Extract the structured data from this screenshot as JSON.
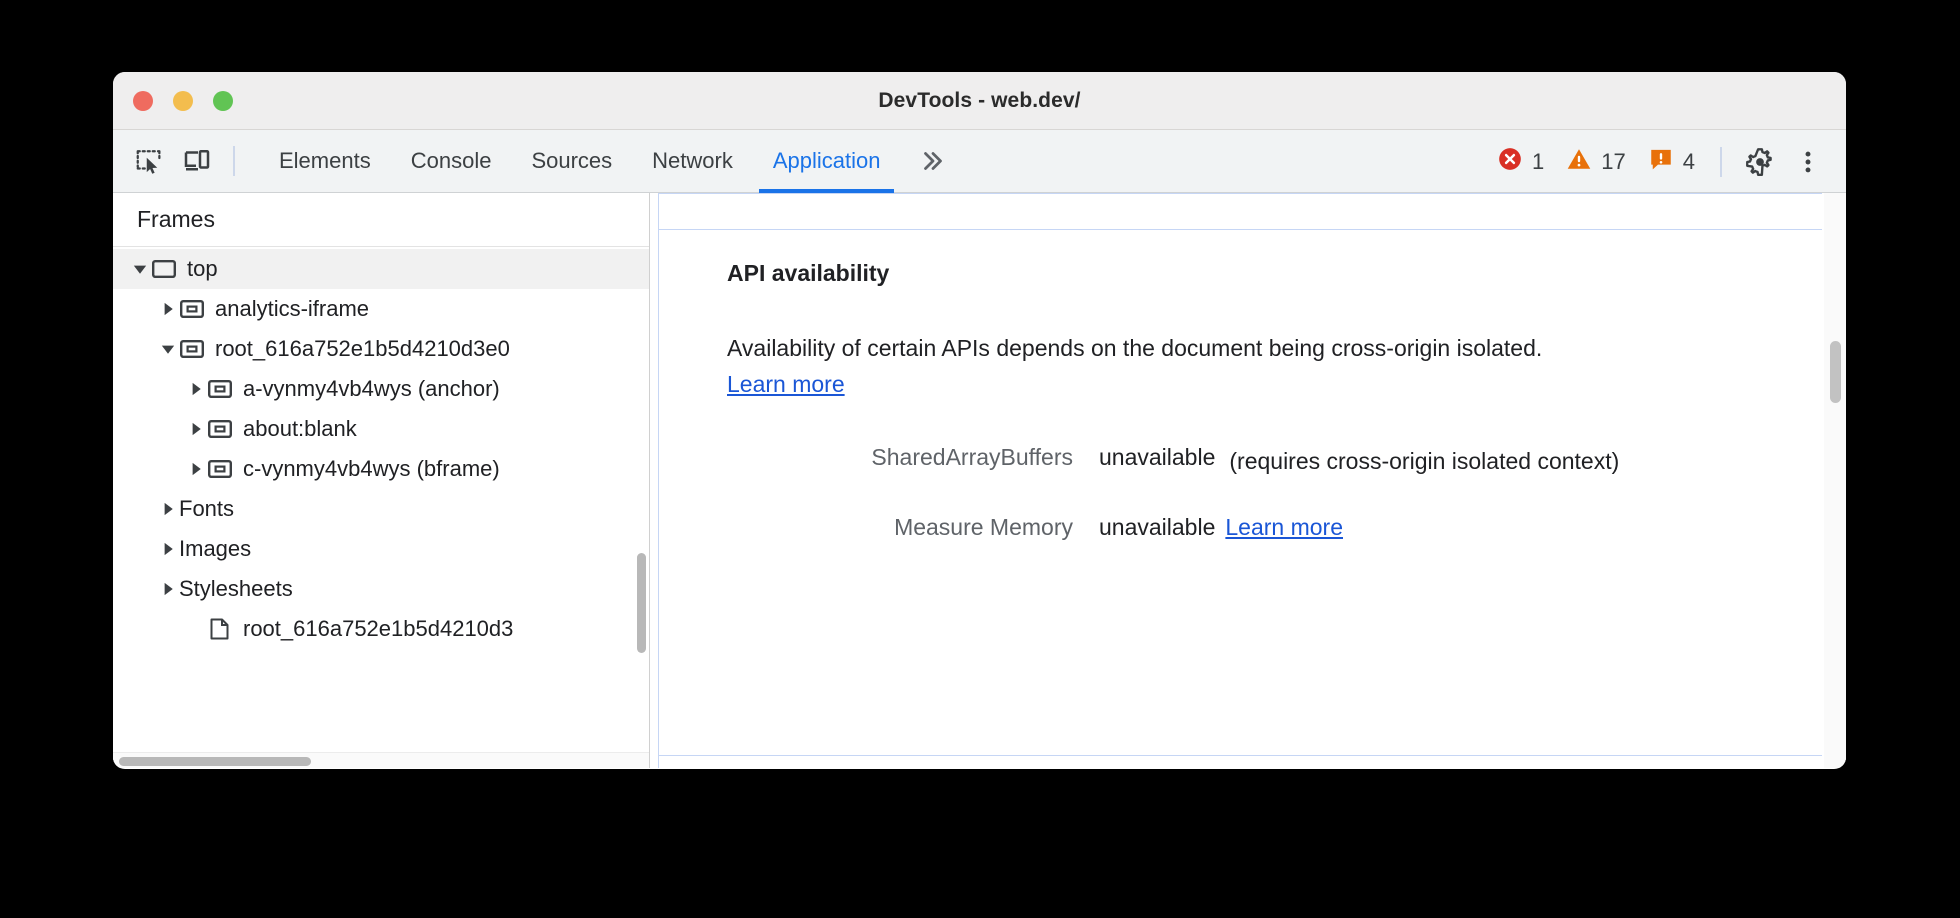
{
  "window": {
    "title": "DevTools - web.dev/",
    "traffic_lights": [
      "close",
      "minimize",
      "maximize"
    ]
  },
  "toolbar": {
    "inspect_icon": "inspect-element-icon",
    "device_icon": "device-toolbar-icon",
    "tabs": [
      {
        "label": "Elements",
        "active": false
      },
      {
        "label": "Console",
        "active": false
      },
      {
        "label": "Sources",
        "active": false
      },
      {
        "label": "Network",
        "active": false
      },
      {
        "label": "Application",
        "active": true
      }
    ],
    "more_tabs_label": "»",
    "counters": [
      {
        "name": "errors",
        "icon": "error-icon",
        "count": "1",
        "color": "#d93025"
      },
      {
        "name": "warnings",
        "icon": "warning-icon",
        "count": "17",
        "color": "#e8710a"
      },
      {
        "name": "issues",
        "icon": "issue-icon",
        "count": "4",
        "color": "#e8710a"
      }
    ],
    "settings_icon": "gear-icon",
    "menu_icon": "more-vertical-icon"
  },
  "sidebar": {
    "header": "Frames",
    "tree": [
      {
        "label": "top",
        "indent": 0,
        "twisty": "open",
        "icon": "frame-icon",
        "selected": true
      },
      {
        "label": "analytics-iframe",
        "indent": 1,
        "twisty": "closed",
        "icon": "iframe-icon",
        "selected": false
      },
      {
        "label": "root_616a752e1b5d4210d3e0",
        "indent": 1,
        "twisty": "open",
        "icon": "iframe-icon",
        "selected": false
      },
      {
        "label": "a-vynmy4vb4wys (anchor)",
        "indent": 2,
        "twisty": "closed",
        "icon": "iframe-icon",
        "selected": false
      },
      {
        "label": "about:blank",
        "indent": 2,
        "twisty": "closed",
        "icon": "iframe-icon",
        "selected": false
      },
      {
        "label": "c-vynmy4vb4wys (bframe)",
        "indent": 2,
        "twisty": "closed",
        "icon": "iframe-icon",
        "selected": false
      },
      {
        "label": "Fonts",
        "indent": 1,
        "twisty": "closed",
        "icon": "none",
        "selected": false
      },
      {
        "label": "Images",
        "indent": 1,
        "twisty": "closed",
        "icon": "none",
        "selected": false
      },
      {
        "label": "Stylesheets",
        "indent": 1,
        "twisty": "closed",
        "icon": "none",
        "selected": false
      },
      {
        "label": "root_616a752e1b5d4210d3",
        "indent": 2,
        "twisty": "none",
        "icon": "document-icon",
        "selected": false
      }
    ],
    "h_scrollbar": "horizontal-scrollbar",
    "v_scrollbar": "vertical-scrollbar"
  },
  "main": {
    "section_title": "API availability",
    "paragraph_text": "Availability of certain APIs depends on the document being cross-origin isolated. ",
    "paragraph_link": "Learn more",
    "rows": [
      {
        "label": "SharedArrayBuffers",
        "value": "unavailable",
        "note": "(requires cross-origin isolated context)",
        "link": ""
      },
      {
        "label": "Measure Memory",
        "value": "unavailable",
        "note": "",
        "link": "Learn more"
      }
    ],
    "scrollbar": "vertical-scrollbar"
  },
  "colors": {
    "accent": "#1a73e8",
    "link": "#1a56d6",
    "error": "#d93025",
    "warning": "#e8710a",
    "toolbar_bg": "#f1f3f4",
    "titlebar_bg": "#efeeee"
  }
}
